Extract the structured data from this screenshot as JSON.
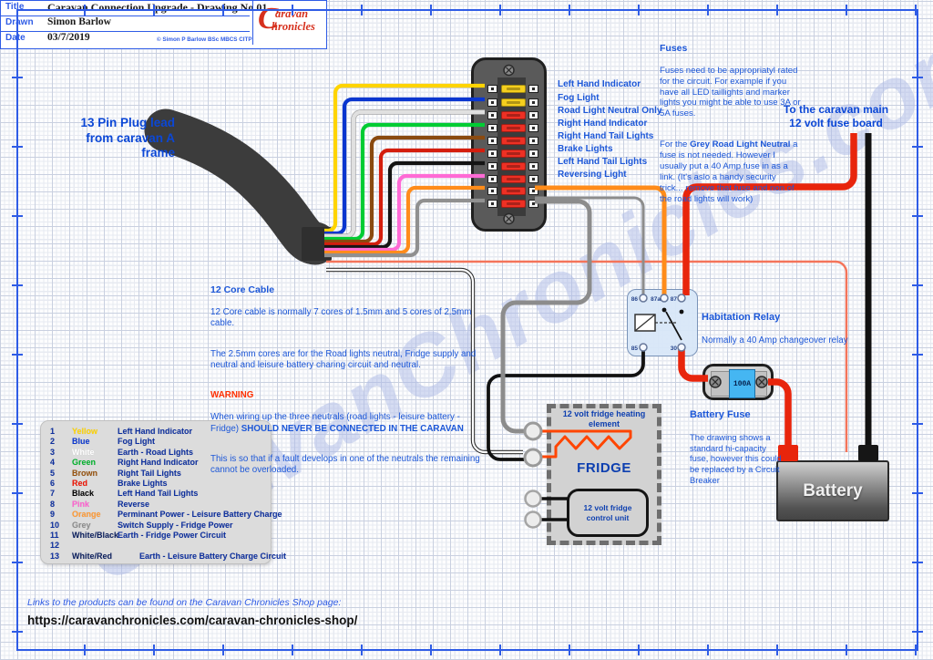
{
  "watermark": "CaravanChronicles.com",
  "plug_label": "13 Pin Plug lead\nfrom caravan A\nframe",
  "to_fuse_board": "To the caravan main\n12 volt fuse board",
  "fusebox": {
    "labels": [
      "Left Hand Indicator",
      "Fog Light",
      "Road Light Neutral Only",
      "Right Hand Indicator",
      "Right Hand Tail Lights",
      "Brake Lights",
      "Left Hand Tail Lights",
      "Reversing Light"
    ],
    "fuse_colors": [
      "#f5cf1e",
      "#f5cf1e",
      "#ee3024",
      "#ee3024",
      "#ee3024",
      "#ee3024",
      "#ee3024",
      "#ee3024",
      "#ee3024",
      "#ee3024"
    ]
  },
  "fuses_note": {
    "title": "Fuses",
    "p1": "Fuses need to be appropriatyl rated\nfor the circuit. For example if you\nhave all LED taillights and marker\nlights you might be able to use 3A or\n5A fuses.",
    "p2_pre": "For the ",
    "p2_bold": "Grey Road Light Neutral",
    "p2_post": " a\nfuse is not needed. However I\nusually put a 40 Amp fuse in as a\nlink. (It's aslo a handy security\ntrick... remove that fuse and non of\nthe road lights will work)"
  },
  "core_note": {
    "title": "12 Core Cable",
    "p1": "12 Core cable is normally 7 cores of 1.5mm and 5 cores of 2.5mm\ncable.",
    "p2": "The 2.5mm cores are for the Road lights neutral, Fridge supply and\nneutral and leisure battery charing circuit and neutral.",
    "warning": "WARNING",
    "p3_pre": "When wiring up the three neutrals (road lights - leisure battery -\nFridge) ",
    "p3_bold": "SHOULD NEVER BE CONNECTED IN THE CARAVAN",
    "p4": "This is so that if a fault develops in one of the neutrals the remaining\ncannot be overloaded."
  },
  "relay": {
    "title": "Habitation Relay",
    "subtitle": "Normally a 40 Amp changeover relay",
    "terminals": [
      "86",
      "87a",
      "87",
      "85",
      "30"
    ]
  },
  "battery_fuse": {
    "title": "Battery Fuse",
    "body": "The drawing shows a\nstandard hi-capacity\nfuse, however this could\nbe replaced by a Circuit\nBreaker",
    "rating": "100A"
  },
  "fridge": {
    "heating": "12 volt fridge heating\nelement",
    "name": "FRIDGE",
    "control": "12 volt fridge\ncontrol unit"
  },
  "battery": {
    "label": "Battery"
  },
  "wires": [
    {
      "num": "1",
      "name": "Yellow",
      "label": "Left Hand Indicator",
      "text_color": "#ffd400",
      "wire_color": "#ffd400"
    },
    {
      "num": "2",
      "name": "Blue",
      "label": "Fog Light",
      "text_color": "#0a36cf",
      "wire_color": "#0a36cf"
    },
    {
      "num": "3",
      "name": "White",
      "label": "Earth - Road Lights",
      "text_color": "#ffffff",
      "wire_color": "#e0e0e0",
      "outline": "#9a9a9a"
    },
    {
      "num": "4",
      "name": "Green",
      "label": "Right Hand Indicator",
      "text_color": "#00b32c",
      "wire_color": "#00cc33"
    },
    {
      "num": "5",
      "name": "Brown",
      "label": "Right Tail Lights",
      "text_color": "#96520e",
      "wire_color": "#8a4a10"
    },
    {
      "num": "6",
      "name": "Red",
      "label": "Brake Lights",
      "text_color": "#ee1100",
      "wire_color": "#d41e0e"
    },
    {
      "num": "7",
      "name": "Black",
      "label": "Left Hand Tail Lights",
      "text_color": "#000000",
      "wire_color": "#141414"
    },
    {
      "num": "8",
      "name": "Pink",
      "label": "Reverse",
      "text_color": "#ff5fd0",
      "wire_color": "#ff6ad5"
    },
    {
      "num": "9",
      "name": "Orange",
      "label": "Perminant Power - Leisure Battery Charge",
      "text_color": "#ff9933",
      "wire_color": "#ff8c1a"
    },
    {
      "num": "10",
      "name": "Grey",
      "label": "Switch Supply - Fridge Power",
      "text_color": "#8c8c8c",
      "wire_color": "#909090"
    },
    {
      "num": "11",
      "name": "White/Black",
      "label": "Earth - Fridge Power Circuit",
      "text_color": "#0b1f5e"
    },
    {
      "num": "12",
      "name": "",
      "label": "",
      "text_color": "#0b1f5e"
    },
    {
      "num": "13",
      "name": "White/Red",
      "label": "Earth - Leisure Battery Charge Circuit",
      "text_color": "#0b1f5e",
      "indent": true
    }
  ],
  "footer": {
    "links_note": "Links to the products can be found on the Caravan Chronicles Shop page:",
    "url": "https://caravanchronicles.com/caravan-chronicles-shop/"
  },
  "title_block": {
    "title_label": "Title",
    "drawn_label": "Drawn",
    "date_label": "Date",
    "title": "Caravan Connection Upgrade - Drawing No 01",
    "drawn": "Simon Barlow",
    "date": "03/7/2019",
    "copyright": "© Simon P Barlow BSc MBCS CITP",
    "logo_line1": "Caravan",
    "logo_line2": "Chronicles"
  },
  "colors": {
    "text_blue": "#1c57d8",
    "frame_blue": "#2f5ce6",
    "warning_red": "#ff2f00",
    "main_red_wire": "#e8250c",
    "salmon_wire": "#f4745a",
    "logo_red": "#d6301d"
  }
}
